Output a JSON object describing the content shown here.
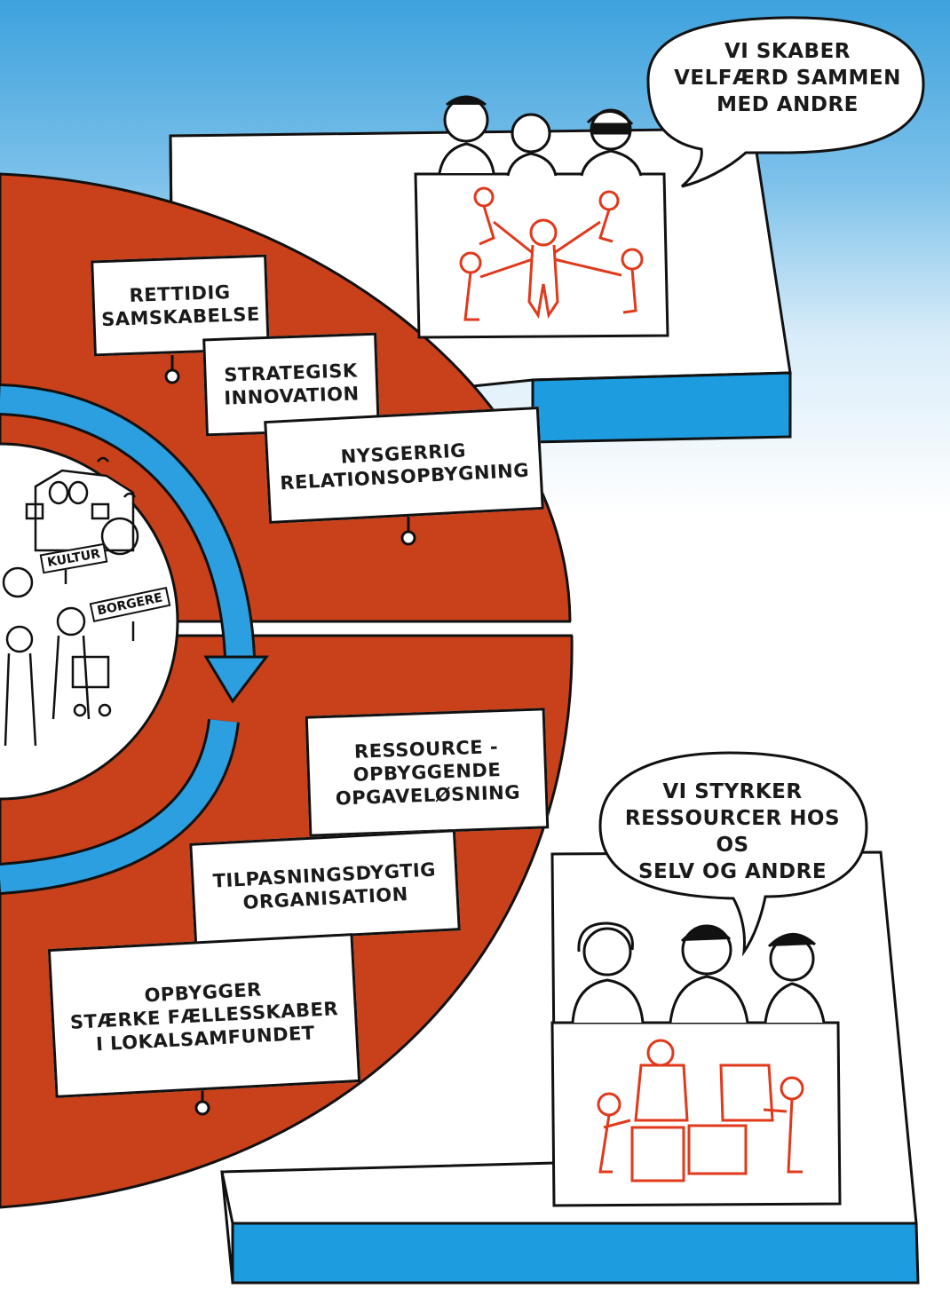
{
  "colors": {
    "sky": "#3ea2dd",
    "platform_blue": "#1d9ce0",
    "arc_red": "#c8411b",
    "arrow_blue": "#2b9fe0",
    "ink": "#111111",
    "drawing_red": "#e0391b"
  },
  "top_platform": {
    "speech_bubble": "VI SKABER\nVELFÆRD SAMMEN\nMED ANDRE",
    "sign_drawing": "people-holding-hands-drawing"
  },
  "bottom_platform": {
    "speech_bubble": "VI STYRKER\nRESSOURCER HOS OS\nSELV OG ANDRE",
    "sign_drawing": "people-building-puzzle-drawing"
  },
  "upper_cards": [
    "RETTIDIG\nSAMSKABELSE",
    "STRATEGISK\nINNOVATION",
    "NYSGERRIG\nRELATIONSOPBYGNING"
  ],
  "lower_cards": [
    "RESSOURCE -\nOPBYGGENDE\nOPGAVELØSNING",
    "TILPASNINGSDYGTIG\nORGANISATION",
    "OPBYGGER\nSTÆRKE FÆLLESSKABER\nI LOKALSAMFUNDET"
  ],
  "center_scene": {
    "signs": [
      "KULTUR",
      "BORGERE"
    ]
  }
}
